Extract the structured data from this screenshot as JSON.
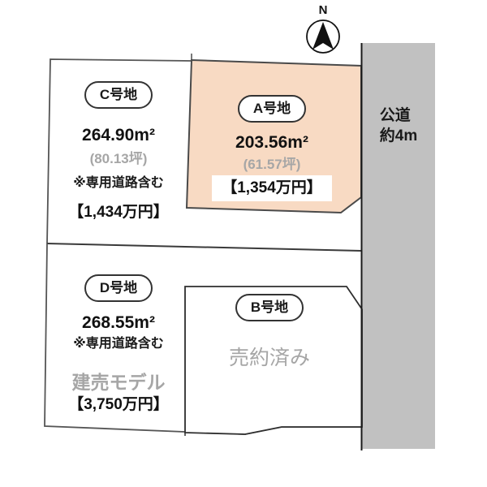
{
  "compass": {
    "north_label": "N"
  },
  "road": {
    "name": "公道",
    "width_note": "約4m"
  },
  "plots": {
    "a": {
      "name": "A号地",
      "area": "203.56m²",
      "tsubo": "(61.57坪)",
      "price": "【1,354万円】"
    },
    "b": {
      "name": "B号地",
      "status": "売約済み"
    },
    "c": {
      "name": "C号地",
      "area": "264.90m²",
      "tsubo": "(80.13坪)",
      "note": "※専用道路含む",
      "price": "【1,434万円】"
    },
    "d": {
      "name": "D号地",
      "area": "268.55m²",
      "note": "※専用道路含む",
      "model_label": "建売モデル",
      "price": "【3,750万円】"
    }
  },
  "colors": {
    "plot_a_fill": "#F8DAC3",
    "road_fill": "#C1C1C1",
    "muted_text": "#A6A6A6"
  }
}
